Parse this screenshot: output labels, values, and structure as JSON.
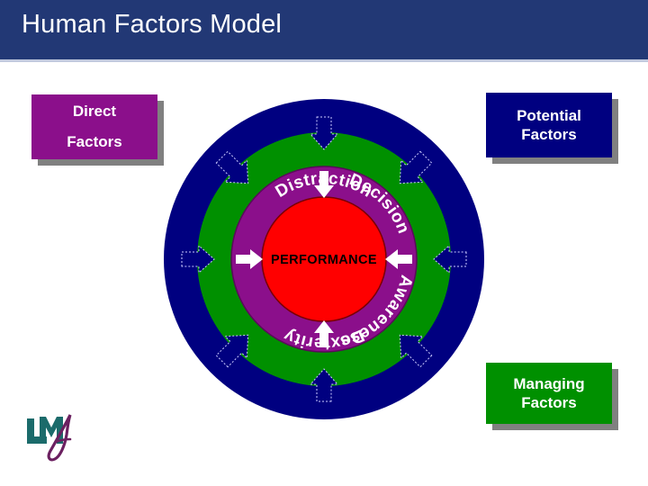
{
  "slide": {
    "title": "Human Factors Model",
    "title_bar_color": "#223875",
    "background_color": "#ffffff"
  },
  "callouts": [
    {
      "id": "direct",
      "lines": [
        "Direct",
        "Factors"
      ],
      "color": "#8b0f8b",
      "text_color": "#ffffff",
      "shadow_color": "#808080",
      "position": "top-left"
    },
    {
      "id": "potential",
      "lines": [
        "Potential",
        "Factors"
      ],
      "color": "#000080",
      "text_color": "#ffffff",
      "shadow_color": "#808080",
      "position": "top-right"
    },
    {
      "id": "managing",
      "lines": [
        "Managing",
        "Factors"
      ],
      "color": "#009000",
      "text_color": "#ffffff",
      "shadow_color": "#808080",
      "position": "bottom-right"
    }
  ],
  "diagram": {
    "center_label": "PERFORMANCE",
    "center_color": "#ff0000",
    "center_text_color": "#000000",
    "rings": [
      {
        "name": "outer-ring",
        "label": "",
        "color": "#000080",
        "maps_to_callout": "potential"
      },
      {
        "name": "middle-ring",
        "label": "",
        "color": "#009000",
        "maps_to_callout": "managing"
      },
      {
        "name": "inner-ring",
        "label": "",
        "color": "#8b0f8b",
        "maps_to_callout": "direct"
      }
    ],
    "inner_ring_labels": [
      {
        "text": "Distraction",
        "position": "top"
      },
      {
        "text": "Awareness",
        "position": "right"
      },
      {
        "text": "Dexterity",
        "position": "bottom"
      },
      {
        "text": "Decision",
        "position": "left"
      }
    ],
    "inner_arrows": {
      "color": "#ffffff",
      "count": 4,
      "directions": [
        "down",
        "left",
        "up",
        "right"
      ]
    },
    "outer_arrows": {
      "color": "#000080",
      "outline_color": "#c8c8ff",
      "count": 8,
      "directions": [
        "down",
        "down-left",
        "left",
        "up-left",
        "up",
        "up-right",
        "right",
        "down-right"
      ]
    }
  },
  "logo": {
    "name": "LM logo",
    "letters": "LM",
    "letter_color": "#1b6b6b",
    "script_color": "#6b2060"
  }
}
